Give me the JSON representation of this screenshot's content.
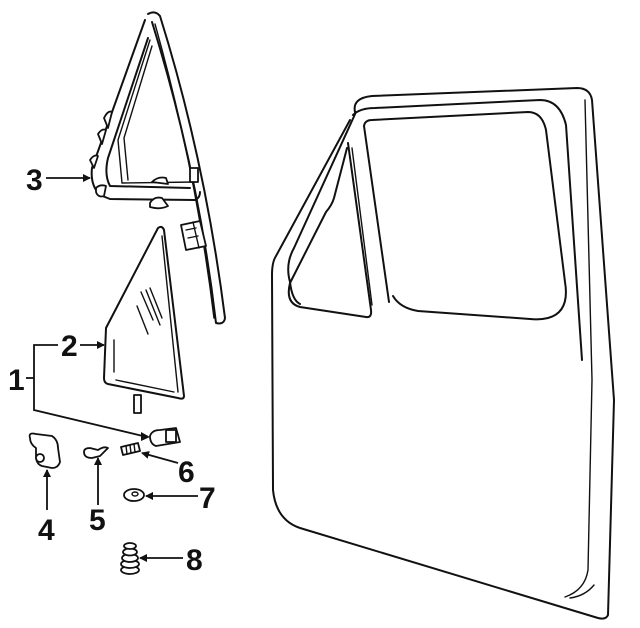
{
  "diagram": {
    "type": "exploded-parts-diagram",
    "subject": "front door vent window assembly",
    "colors": {
      "line": "#111111",
      "background": "#ffffff"
    },
    "callouts": [
      {
        "id": "1",
        "label": "1",
        "part": "vent window assembly (bracket lead)"
      },
      {
        "id": "2",
        "label": "2",
        "part": "vent glass"
      },
      {
        "id": "3",
        "label": "3",
        "part": "vent frame"
      },
      {
        "id": "4",
        "label": "4",
        "part": "pivot bracket"
      },
      {
        "id": "5",
        "label": "5",
        "part": "clip"
      },
      {
        "id": "6",
        "label": "6",
        "part": "screw"
      },
      {
        "id": "7",
        "label": "7",
        "part": "washer"
      },
      {
        "id": "8",
        "label": "8",
        "part": "spring"
      }
    ]
  }
}
